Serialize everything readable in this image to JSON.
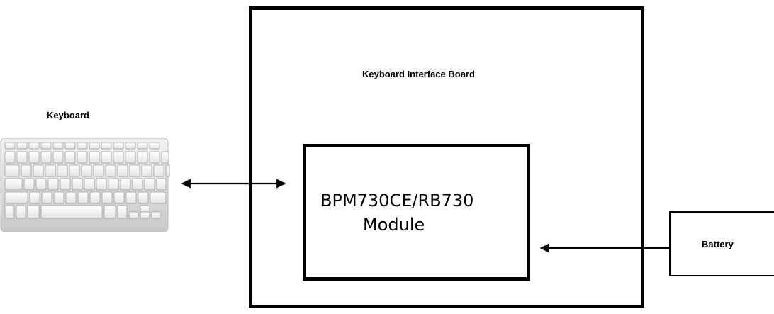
{
  "diagram": {
    "keyboard": {
      "label": "Keyboard",
      "image_icon": "keyboard-icon"
    },
    "interface_board": {
      "label": "Keyboard Interface Board"
    },
    "module": {
      "line1": "BPM730CE/RB730",
      "line2": "Module"
    },
    "battery": {
      "label": "Battery"
    },
    "connections": [
      {
        "from": "keyboard",
        "to": "module",
        "direction": "bidirectional"
      },
      {
        "from": "battery",
        "to": "module",
        "direction": "one-way"
      }
    ]
  }
}
